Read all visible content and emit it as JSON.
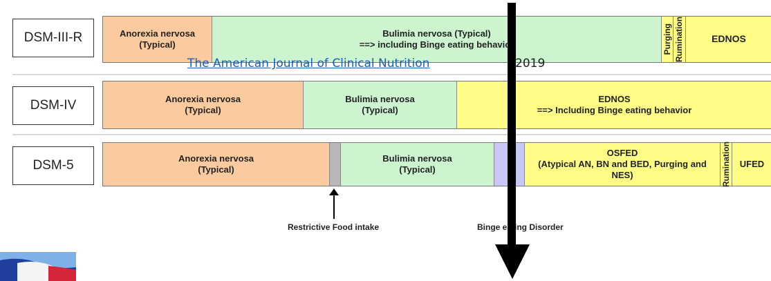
{
  "rows": [
    {
      "label": "DSM-III-R",
      "segments": [
        {
          "text": "Anorexia nervosa\n(Typical)",
          "color": "#fbcb9f"
        },
        {
          "text": "Bulimia nervosa (Typical)\n==> including Binge eating behavior",
          "color": "#ccf4cf"
        },
        {
          "text": "Purging",
          "color": "#fffd85"
        },
        {
          "text": "Rumination",
          "color": "#fffd85"
        },
        {
          "text": "EDNOS",
          "color": "#fffd85"
        }
      ]
    },
    {
      "label": "DSM-IV",
      "segments": [
        {
          "text": "Anorexia nervosa\n(Typical)",
          "color": "#fbcb9f"
        },
        {
          "text": "Bulimia nervosa\n(Typical)",
          "color": "#ccf4cf"
        },
        {
          "text": "EDNOS\n==> Including Binge eating behavior",
          "color": "#fffd85"
        }
      ]
    },
    {
      "label": "DSM-5",
      "segments": [
        {
          "text": "Anorexia nervosa\n(Typical)",
          "color": "#fbcb9f"
        },
        {
          "text": "",
          "color": "#b7b7b7"
        },
        {
          "text": "Bulimia nervosa\n(Typical)",
          "color": "#ccf4cf"
        },
        {
          "text": "",
          "color": "#c9c7f7"
        },
        {
          "text": "OSFED\n(Atypical AN, BN and BED, Purging and\nNES)",
          "color": "#fffd85"
        },
        {
          "text": "Rumination",
          "color": "#fffd85"
        },
        {
          "text": "UFED",
          "color": "#fffd85"
        }
      ]
    }
  ],
  "notes": {
    "restrictive": "Restrictive Food intake",
    "binge": "Binge eating Disorder"
  },
  "source": {
    "journal": "The American Journal of Clinical Nutrition",
    "year": "2019"
  },
  "colors": {
    "anorexia": "#fbcb9f",
    "bulimia": "#ccf4cf",
    "ednos": "#fffd85",
    "arfid": "#b7b7b7",
    "bed": "#c9c7f7",
    "link": "#1a5fb4"
  },
  "icons": [
    "up-arrow-icon",
    "down-arrow-icon",
    "france-flag-icon"
  ]
}
